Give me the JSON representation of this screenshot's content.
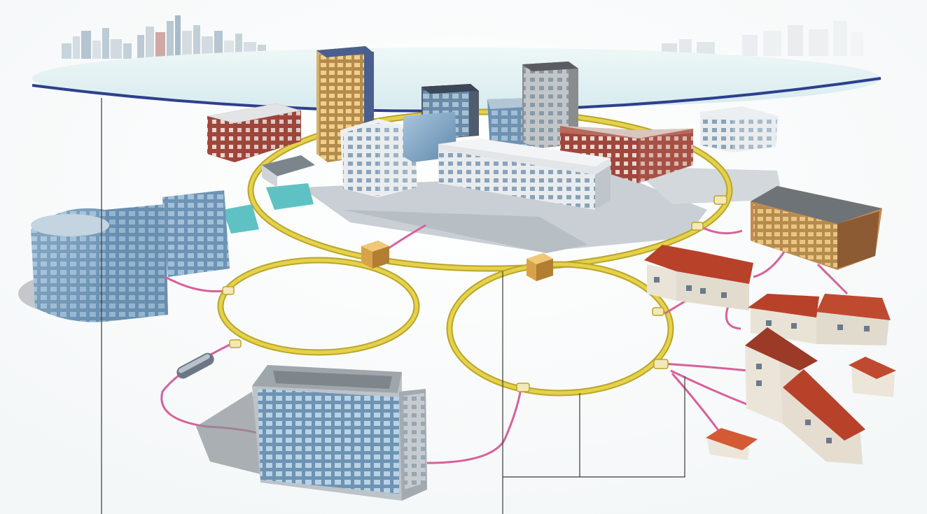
{
  "diagram": {
    "kind": "metro-fiber-network-illustration",
    "palette": {
      "background": "#ffffff",
      "horizon_ring": "#2e3f8f",
      "ground_fade": "#dff0f2",
      "fiber_ring": "#e6d24a",
      "fiber_ring_edge": "#b9a52a",
      "access_fiber": "#d8609a",
      "node_box": "#d8a24a",
      "callout_line": "#3a3a3a",
      "glass_blue": "#7fa6c8",
      "brick": "#9b3e36",
      "roof_red": "#b8412a",
      "tower_gold": "#c9a25a",
      "concrete": "#c7cdd3",
      "shadow": "#9aa0a6"
    },
    "icons": [
      "city-skyline-icon",
      "office-tower-icon",
      "house-icon",
      "network-node-icon",
      "fiber-cable-icon"
    ],
    "rings": [
      "core-ring",
      "left-access-ring",
      "right-access-ring"
    ],
    "callouts": [
      "left-callout",
      "center-callout",
      "right-callout"
    ]
  }
}
